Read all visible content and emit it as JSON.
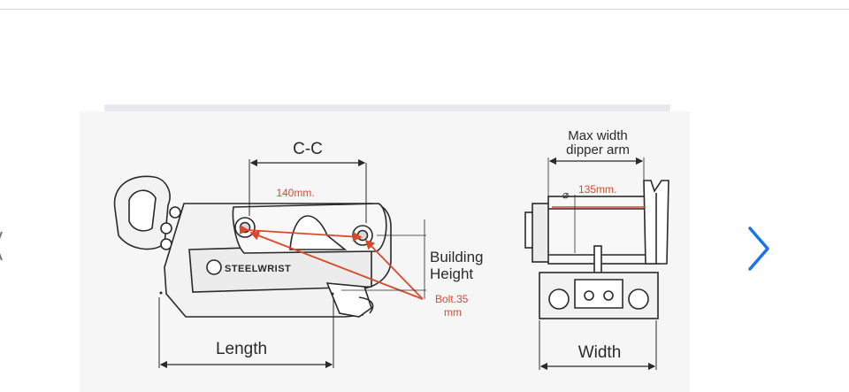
{
  "colors": {
    "accent": "#1a73e8",
    "annotation_red": "#d94a2c",
    "line_black": "#2a2a2a",
    "part_fill": "#f2f2f2"
  },
  "icons": {
    "next": "chevron-right-icon",
    "prev": "chevron-left-icon"
  },
  "diagram": {
    "side_view": {
      "cc_label": "C-C",
      "cc_value": "140mm.",
      "height_label_line1": "Building",
      "height_label_line2": "Height",
      "bolt_label_line1": "Bolt.35",
      "bolt_label_line2": "mm",
      "length_label": "Length",
      "brand": "STEELWRIST"
    },
    "front_view": {
      "max_width_line1": "Max width",
      "max_width_line2": "dipper arm",
      "diameter_symbol": "⌀",
      "diameter_value": "135mm.",
      "width_label": "Width"
    }
  }
}
